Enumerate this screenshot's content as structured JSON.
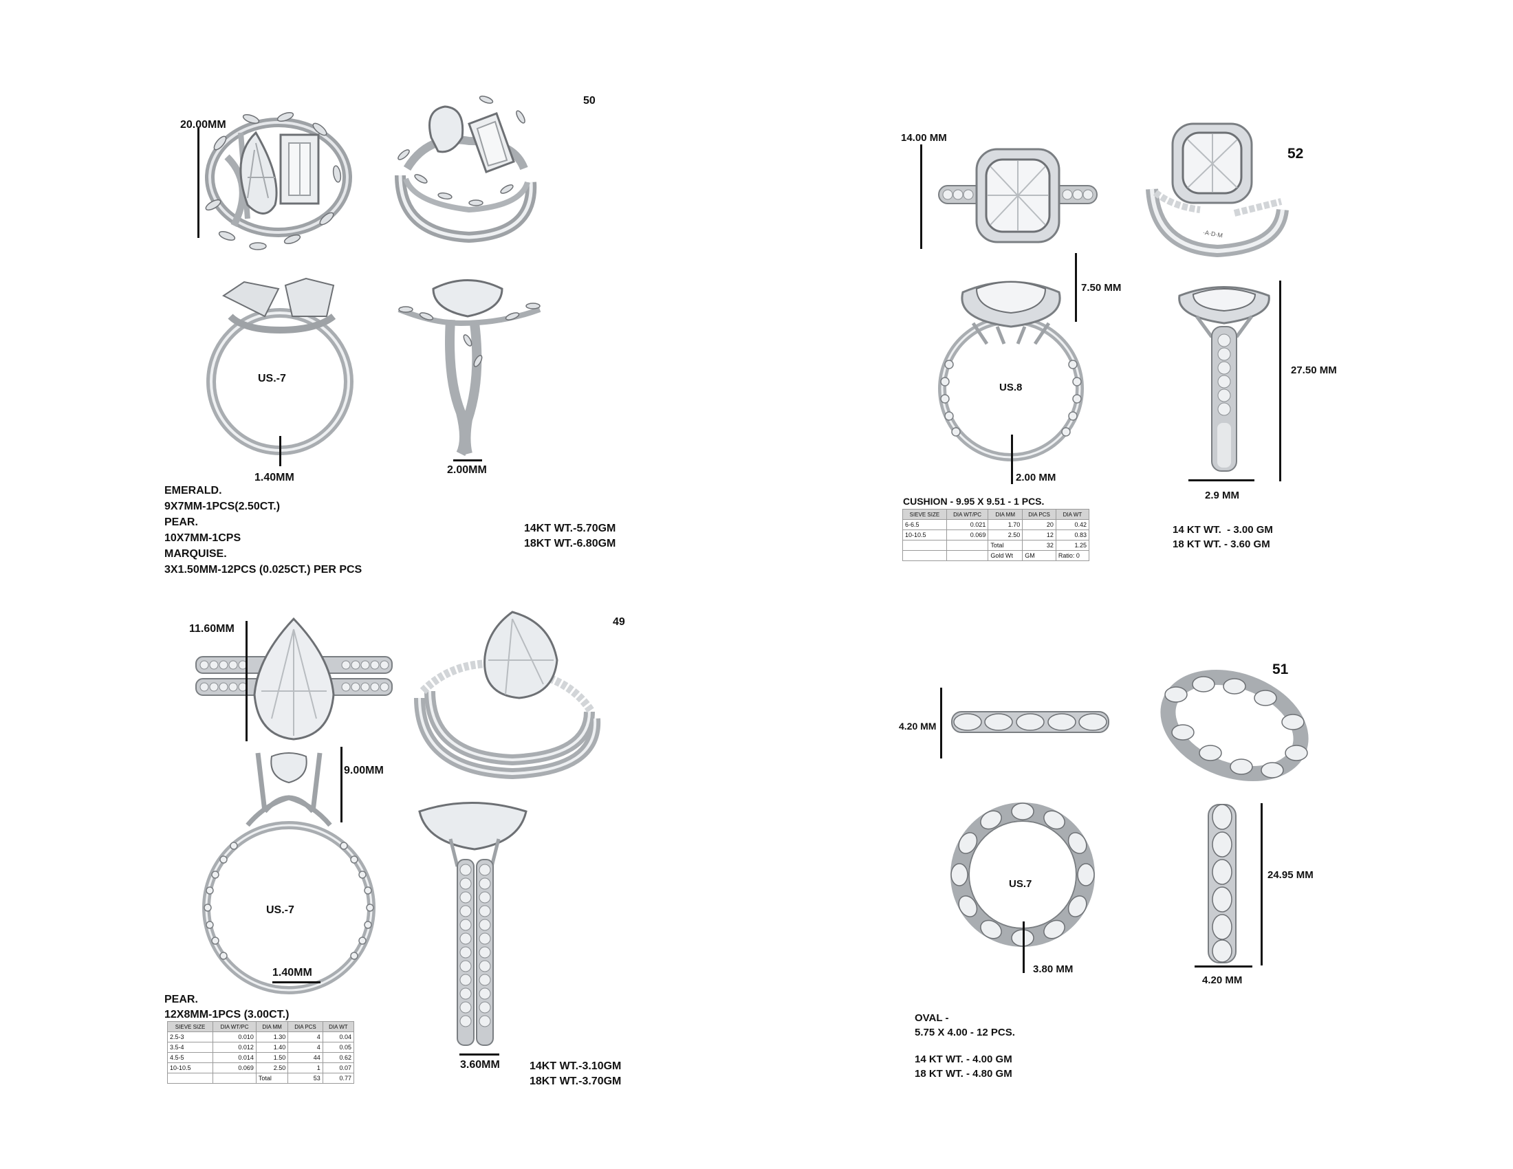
{
  "colors": {
    "metal": "#b9bcc0",
    "metal_dark": "#6d7074",
    "stone": "#e9ecef",
    "line": "#111111"
  },
  "p50": {
    "number": "50",
    "dim_top": "20.00MM",
    "ring_size": "US.-7",
    "band_width": "1.40MM",
    "shank_width": "2.00MM",
    "spec": [
      "EMERALD.",
      "9X7MM-1PCS(2.50CT.)",
      "PEAR.",
      "10X7MM-1CPS",
      "MARQUISE.",
      "3X1.50MM-12PCS (0.025CT.) PER PCS"
    ],
    "weights": [
      "14KT WT.-5.70GM",
      "18KT WT.-6.80GM"
    ]
  },
  "p52": {
    "number": "52",
    "dim_top": "14.00 MM",
    "dim_head": "7.50 MM",
    "ring_size": "US.8",
    "band_width": "2.00 MM",
    "dim_side": "27.50 MM",
    "shank_width": "2.9 MM",
    "cushion": "CUSHION - 9.95 X 9.51 - 1 PCS.",
    "table": {
      "headers": [
        "SIEVE SIZE",
        "DIA WT/PC",
        "DIA MM",
        "DIA PCS",
        "DIA WT"
      ],
      "rows": [
        [
          "6-6.5",
          "0.021",
          "1.70",
          "20",
          "0.42"
        ],
        [
          "10-10.5",
          "0.069",
          "2.50",
          "12",
          "0.83"
        ],
        [
          "",
          "",
          "Total",
          "32",
          "1.25"
        ],
        [
          "",
          "",
          "Gold Wt",
          "GM",
          "Ratio: 0"
        ]
      ]
    },
    "weights": [
      "14 KT WT.  - 3.00 GM",
      "18 KT WT. - 3.60 GM"
    ]
  },
  "p49": {
    "number": "49",
    "dim_top": "11.60MM",
    "dim_head": "9.00MM",
    "ring_size": "US.-7",
    "band_width": "1.40MM",
    "shank_width": "3.60MM",
    "spec": [
      "PEAR.",
      "12X8MM-1PCS (3.00CT.)"
    ],
    "table": {
      "headers": [
        "SIEVE SIZE",
        "DIA WT/PC",
        "DIA MM",
        "DIA PCS",
        "DIA WT"
      ],
      "rows": [
        [
          "2.5-3",
          "0.010",
          "1.30",
          "4",
          "0.04"
        ],
        [
          "3.5-4",
          "0.012",
          "1.40",
          "4",
          "0.05"
        ],
        [
          "4.5-5",
          "0.014",
          "1.50",
          "44",
          "0.62"
        ],
        [
          "10-10.5",
          "0.069",
          "2.50",
          "1",
          "0.07"
        ],
        [
          "",
          "",
          "Total",
          "53",
          "0.77"
        ]
      ]
    },
    "weights": [
      "14KT WT.-3.10GM",
      "18KT WT.-3.70GM"
    ]
  },
  "p51": {
    "number": "51",
    "dim_top": "4.20 MM",
    "ring_size": "US.7",
    "band_width": "3.80 MM",
    "dim_side": "24.95 MM",
    "shank_width": "4.20 MM",
    "spec": [
      "OVAL -",
      "5.75 X 4.00 - 12 PCS."
    ],
    "weights": [
      "14 KT WT. - 4.00 GM",
      "18 KT WT. - 4.80 GM"
    ]
  }
}
